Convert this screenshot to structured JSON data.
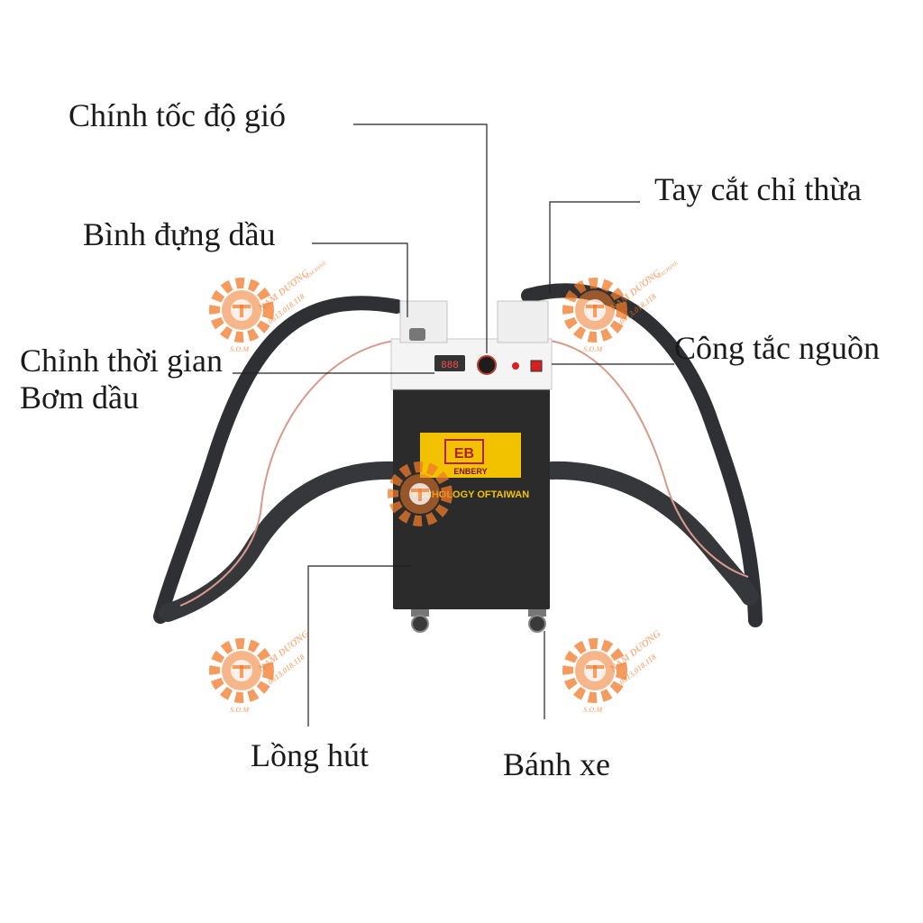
{
  "labels": {
    "wind_speed": "Chính tốc độ gió",
    "thread_trimmer": "Tay cắt chỉ thừa",
    "oil_tank": "Bình đựng dầu",
    "power_switch": "Công tắc nguồn",
    "pump_timer_line1": "Chỉnh thời gian",
    "pump_timer_line2": "Bơm dầu",
    "suction_cage": "Lồng hút",
    "wheel": "Bánh xe"
  },
  "machine": {
    "brand_logo": "EB",
    "brand_name": "ENBERY",
    "slogan": "TECHOLOGY OFTAIWAN",
    "timer_display": "888"
  },
  "watermark": {
    "name": "NAM DƯƠNG",
    "suffix": "MACHINE",
    "phone": "0813.018.118",
    "badge": "S.O.M"
  },
  "colors": {
    "watermark": "#f07a2a",
    "machine_body": "#2b2b2b",
    "panel": "#f4f4f4",
    "brand_plate": "#f2c200",
    "hose": "#2f3033"
  }
}
